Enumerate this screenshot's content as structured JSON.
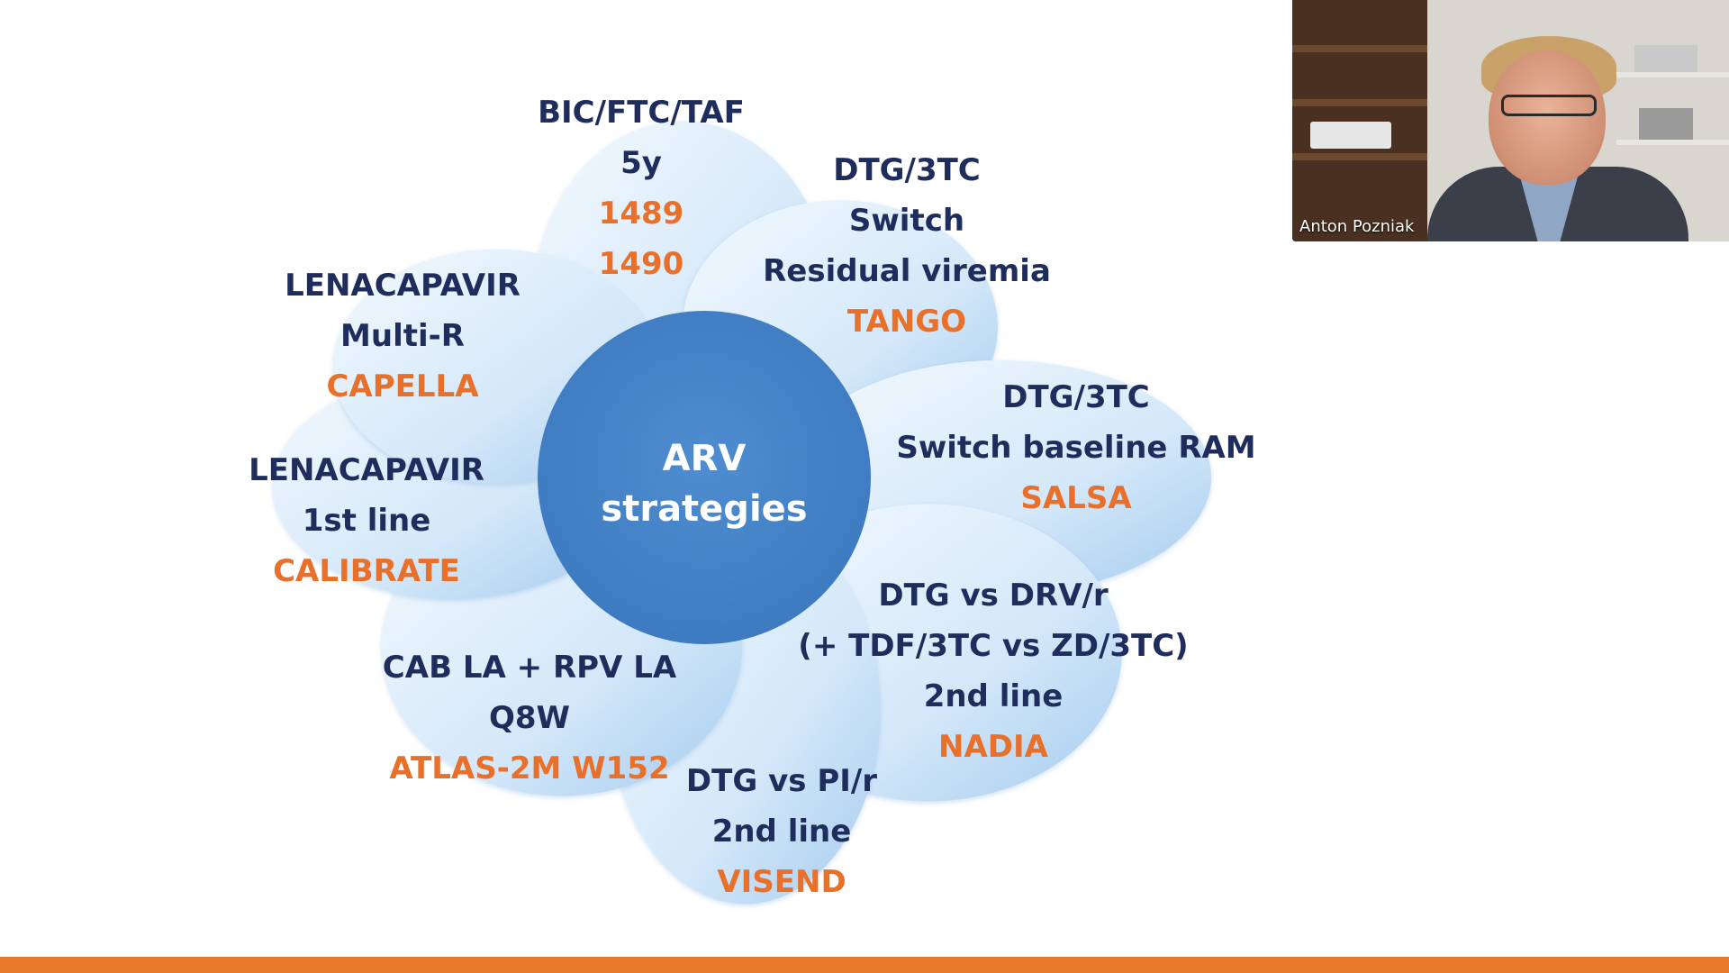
{
  "diagram": {
    "center": {
      "lines": [
        "ARV",
        "strategies"
      ]
    },
    "colors": {
      "center_fill": "#4a86c9",
      "petal_light": "#eef6fd",
      "petal_dark": "#a9cdee",
      "text_navy": "#1f2d5c",
      "text_orange": "#e8702a",
      "bottom_bar": "#e87a2c"
    },
    "petals": [
      {
        "id": "bic-ftc-taf",
        "lines": [
          "BIC/FTC/TAF",
          "5y"
        ],
        "studies": [
          "1489",
          "1490"
        ]
      },
      {
        "id": "dtg-3tc-tango",
        "lines": [
          "DTG/3TC",
          "Switch",
          "Residual viremia"
        ],
        "studies": [
          "TANGO"
        ]
      },
      {
        "id": "dtg-3tc-salsa",
        "lines": [
          "DTG/3TC",
          "Switch baseline RAM"
        ],
        "studies": [
          "SALSA"
        ]
      },
      {
        "id": "dtg-drv-nadia",
        "lines": [
          "DTG vs DRV/r",
          "(+ TDF/3TC vs ZD/3TC)",
          "2nd line"
        ],
        "studies": [
          "NADIA"
        ]
      },
      {
        "id": "dtg-pi-visend",
        "lines": [
          "DTG vs PI/r",
          "2nd line"
        ],
        "studies": [
          "VISEND"
        ]
      },
      {
        "id": "cab-rpv-atlas",
        "lines": [
          "CAB LA + RPV LA",
          "Q8W"
        ],
        "studies": [
          "ATLAS-2M W152"
        ]
      },
      {
        "id": "lenacapavir-calibrate",
        "lines": [
          "LENACAPAVIR",
          "1st line"
        ],
        "studies": [
          "CALIBRATE"
        ]
      },
      {
        "id": "lenacapavir-capella",
        "lines": [
          "LENACAPAVIR",
          "Multi-R"
        ],
        "studies": [
          "CAPELLA"
        ]
      }
    ]
  },
  "video": {
    "participant_name": "Anton Pozniak"
  }
}
